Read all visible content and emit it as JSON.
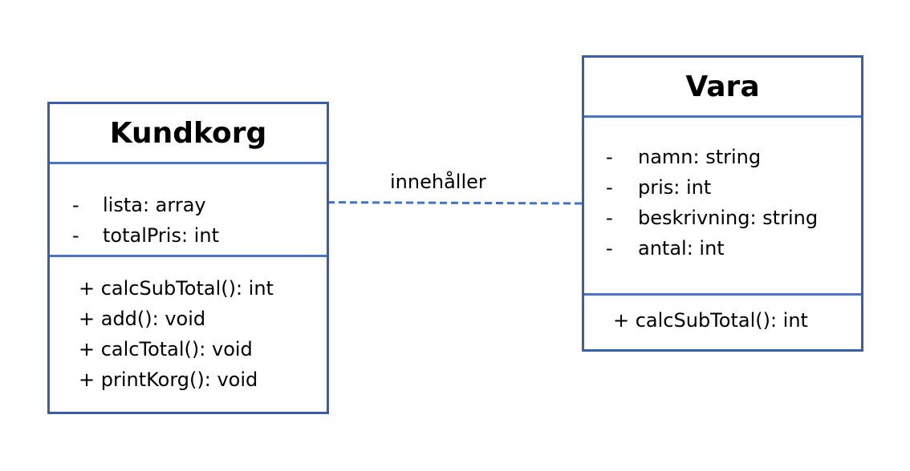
{
  "colors": {
    "border": "#3a5da8",
    "divider": "#4a74c8",
    "arrow": "#4472c4"
  },
  "classes": {
    "kundkorg": {
      "name": "Kundkorg",
      "attributes": [
        {
          "visibility": "-",
          "text": "lista: array"
        },
        {
          "visibility": "-",
          "text": "totalPris: int"
        }
      ],
      "operations": [
        "+ calcSubTotal(): int",
        "+ add(): void",
        "+ calcTotal(): void",
        "+ printKorg(): void"
      ]
    },
    "vara": {
      "name": "Vara",
      "attributes": [
        {
          "visibility": "-",
          "text": "namn: string"
        },
        {
          "visibility": "-",
          "text": "pris: int"
        },
        {
          "visibility": "-",
          "text": "beskrivning: string"
        },
        {
          "visibility": "-",
          "text": "antal: int"
        }
      ],
      "operations": [
        "+ calcSubTotal(): int"
      ]
    }
  },
  "relation": {
    "label": "innehåller",
    "style": "dashed",
    "from": "Vara",
    "to": "Kundkorg"
  }
}
